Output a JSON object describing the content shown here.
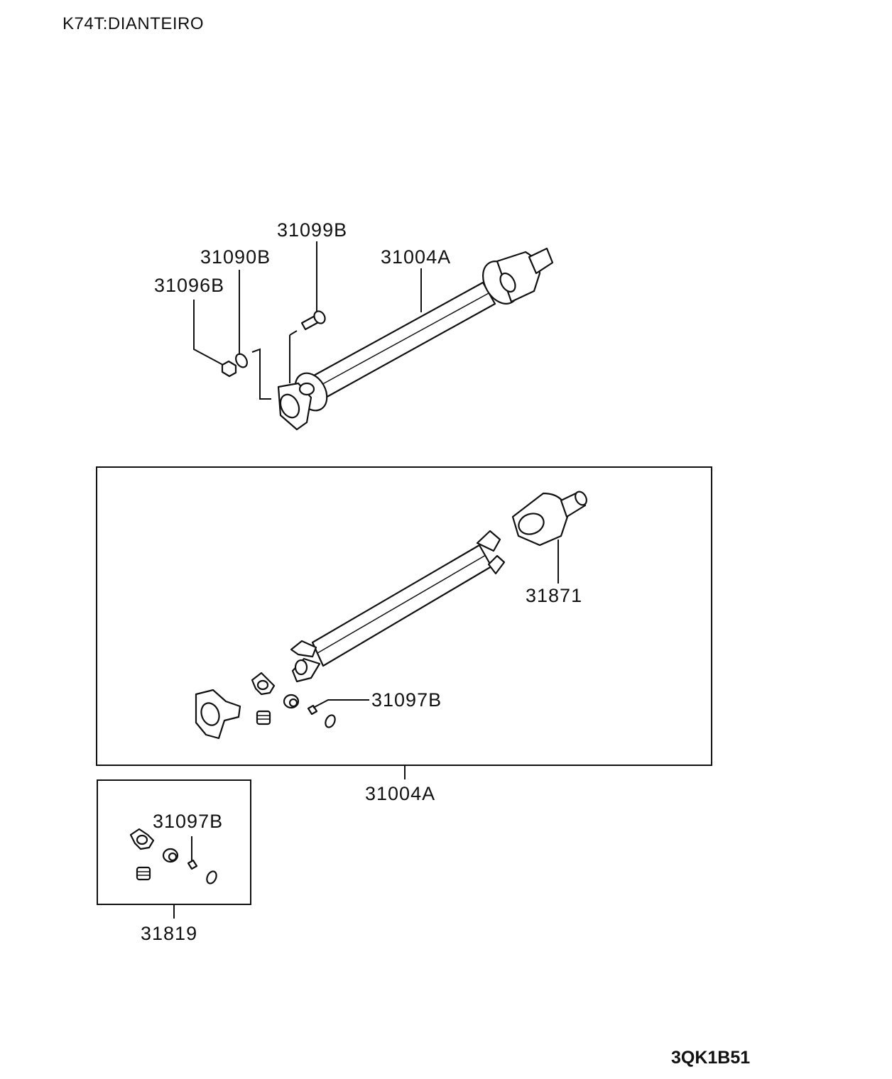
{
  "header": "K74T:DIANTEIRO",
  "diagram_code": "3QK1B51",
  "callouts": {
    "c31099B": "31099B",
    "c31090B": "31090B",
    "c31096B": "31096B",
    "c31004A_top": "31004A",
    "c31871": "31871",
    "c31097B_main": "31097B",
    "c31004A_box": "31004A",
    "c31097B_kit": "31097B",
    "c31819": "31819"
  }
}
